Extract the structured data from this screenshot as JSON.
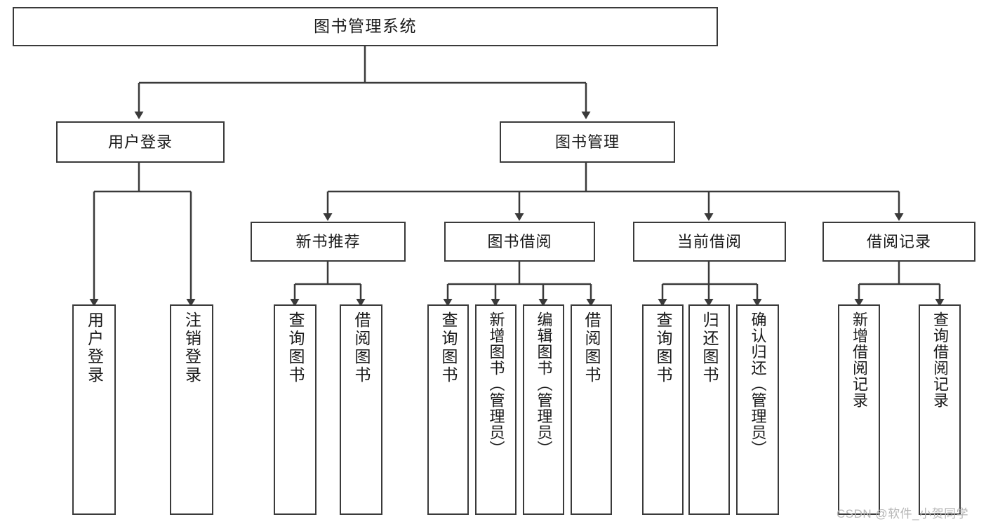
{
  "diagram": {
    "type": "tree",
    "title": "图书管理系统",
    "root": {
      "label": "图书管理系统"
    },
    "level2": [
      {
        "label": "用户登录"
      },
      {
        "label": "图书管理"
      }
    ],
    "level3": [
      {
        "label": "新书推荐"
      },
      {
        "label": "图书借阅"
      },
      {
        "label": "当前借阅"
      },
      {
        "label": "借阅记录"
      }
    ],
    "leaves": {
      "user_login": [
        {
          "label": "用户登录"
        },
        {
          "label": "注销登录"
        }
      ],
      "new_book_recommend": [
        {
          "label": "查询图书"
        },
        {
          "label": "借阅图书"
        }
      ],
      "book_borrow": [
        {
          "label": "查询图书"
        },
        {
          "label": "新增图书（管理员）"
        },
        {
          "label": "编辑图书（管理员）"
        },
        {
          "label": "借阅图书"
        }
      ],
      "current_borrow": [
        {
          "label": "查询图书"
        },
        {
          "label": "归还图书"
        },
        {
          "label": "确认归还（管理员）"
        }
      ],
      "borrow_records": [
        {
          "label": "新增借阅记录"
        },
        {
          "label": "查询借阅记录"
        }
      ]
    }
  },
  "watermark": {
    "text": "CSDN @软件_小贺同学"
  },
  "colors": {
    "stroke": "#3a3a3a",
    "background": "#ffffff",
    "text": "#1a1a1a",
    "watermark": "#b6b6b6"
  }
}
